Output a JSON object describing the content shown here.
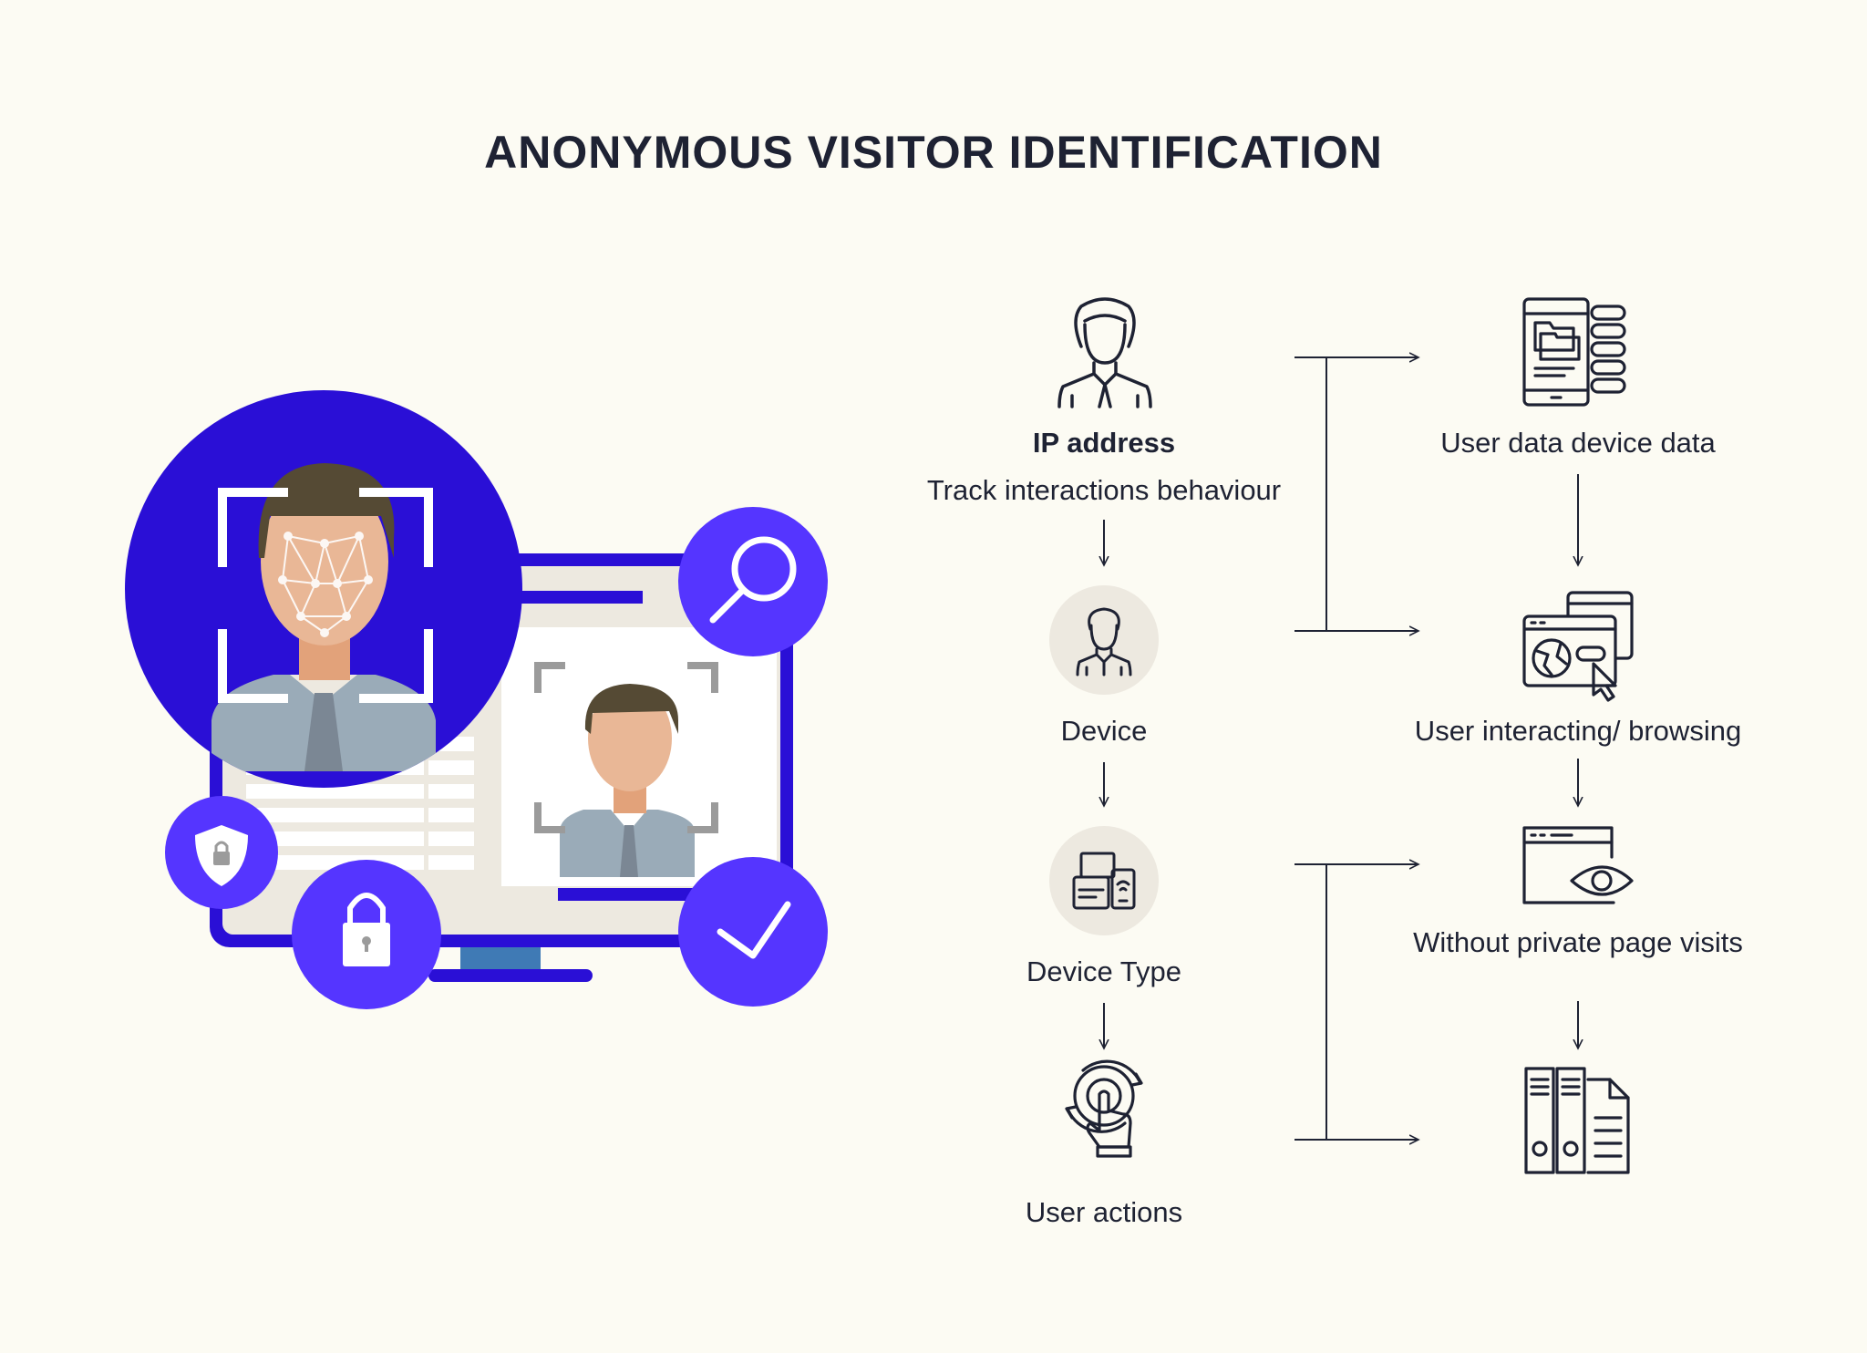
{
  "title": "ANONYMOUS VISITOR IDENTIFICATION",
  "colors": {
    "background": "#fcfbf3",
    "brand_dark": "#2a0fd6",
    "brand_light": "#5535ff",
    "ink": "#1e2233",
    "icon_circle": "#ede9e0"
  },
  "left_column": {
    "ip_title": "IP address",
    "ip_subtitle": "Track interactions behaviour",
    "device": "Device",
    "device_type": "Device Type",
    "user_actions": "User actions"
  },
  "right_column": {
    "data": "User data device data",
    "browsing": "User interacting/ browsing",
    "private": "Without private page visits"
  },
  "icons": {
    "ip": "user-icon",
    "device": "user-circle-icon",
    "device_type": "devices-icon",
    "actions": "gear-touch-icon",
    "data": "tablet-database-icon",
    "browsing": "browser-globe-icon",
    "private": "browser-eye-icon",
    "archive": "binders-document-icon",
    "search": "magnifier-icon",
    "check": "checkmark-icon",
    "lock": "padlock-icon",
    "shield": "shield-lock-icon"
  }
}
